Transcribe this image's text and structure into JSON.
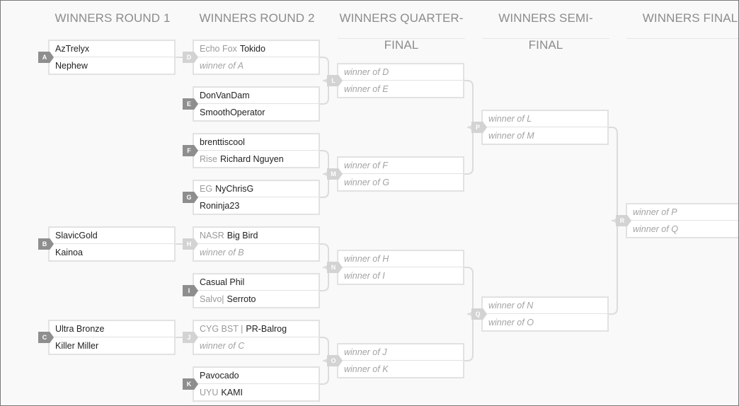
{
  "rounds": [
    "Winners Round 1",
    "Winners Round 2",
    "Winners Quarter-Final",
    "Winners Semi-Final",
    "Winners Final"
  ],
  "matches": {
    "A": {
      "label": "A",
      "top": {
        "prefix": "",
        "name": "AzTrelyx"
      },
      "bottom": {
        "prefix": "",
        "name": "Nephew"
      }
    },
    "B": {
      "label": "B",
      "top": {
        "prefix": "",
        "name": "SlavicGold"
      },
      "bottom": {
        "prefix": "",
        "name": "Kainoa"
      }
    },
    "C": {
      "label": "C",
      "top": {
        "prefix": "",
        "name": "Ultra Bronze"
      },
      "bottom": {
        "prefix": "",
        "name": "Killer Miller"
      }
    },
    "D": {
      "label": "D",
      "top": {
        "prefix": "Echo Fox",
        "name": "Tokido"
      },
      "bottom": {
        "placeholder": "winner of A"
      }
    },
    "E": {
      "label": "E",
      "top": {
        "prefix": "",
        "name": "DonVanDam"
      },
      "bottom": {
        "prefix": "",
        "name": "SmoothOperator"
      }
    },
    "F": {
      "label": "F",
      "top": {
        "prefix": "",
        "name": "brenttiscool"
      },
      "bottom": {
        "prefix": "Rise",
        "name": "Richard Nguyen"
      }
    },
    "G": {
      "label": "G",
      "top": {
        "prefix": "EG",
        "name": "NyChrisG"
      },
      "bottom": {
        "prefix": "",
        "name": "Roninja23"
      }
    },
    "H": {
      "label": "H",
      "top": {
        "prefix": "NASR",
        "name": "Big Bird"
      },
      "bottom": {
        "placeholder": "winner of B"
      }
    },
    "I": {
      "label": "I",
      "top": {
        "prefix": "",
        "name": "Casual Phil"
      },
      "bottom": {
        "prefix": "Salvo|",
        "name": "Serroto"
      }
    },
    "J": {
      "label": "J",
      "top": {
        "prefix": "CYG BST |",
        "name": "PR-Balrog"
      },
      "bottom": {
        "placeholder": "winner of C"
      }
    },
    "K": {
      "label": "K",
      "top": {
        "prefix": "",
        "name": "Pavocado"
      },
      "bottom": {
        "prefix": "UYU",
        "name": "KAMI"
      }
    },
    "L": {
      "label": "L",
      "top": {
        "placeholder": "winner of D"
      },
      "bottom": {
        "placeholder": "winner of E"
      }
    },
    "M": {
      "label": "M",
      "top": {
        "placeholder": "winner of F"
      },
      "bottom": {
        "placeholder": "winner of G"
      }
    },
    "N": {
      "label": "N",
      "top": {
        "placeholder": "winner of H"
      },
      "bottom": {
        "placeholder": "winner of I"
      }
    },
    "O": {
      "label": "O",
      "top": {
        "placeholder": "winner of J"
      },
      "bottom": {
        "placeholder": "winner of K"
      }
    },
    "P": {
      "label": "P",
      "top": {
        "placeholder": "winner of L"
      },
      "bottom": {
        "placeholder": "winner of M"
      }
    },
    "Q": {
      "label": "Q",
      "top": {
        "placeholder": "winner of N"
      },
      "bottom": {
        "placeholder": "winner of O"
      }
    },
    "R": {
      "label": "R",
      "top": {
        "placeholder": "winner of P"
      },
      "bottom": {
        "placeholder": "winner of Q"
      }
    }
  },
  "colors": {
    "badge_active": "#8e8e8e",
    "badge_pending": "#d3d3d3",
    "connector": "#dcdcdc",
    "placeholder_text": "#a3a3a3"
  }
}
